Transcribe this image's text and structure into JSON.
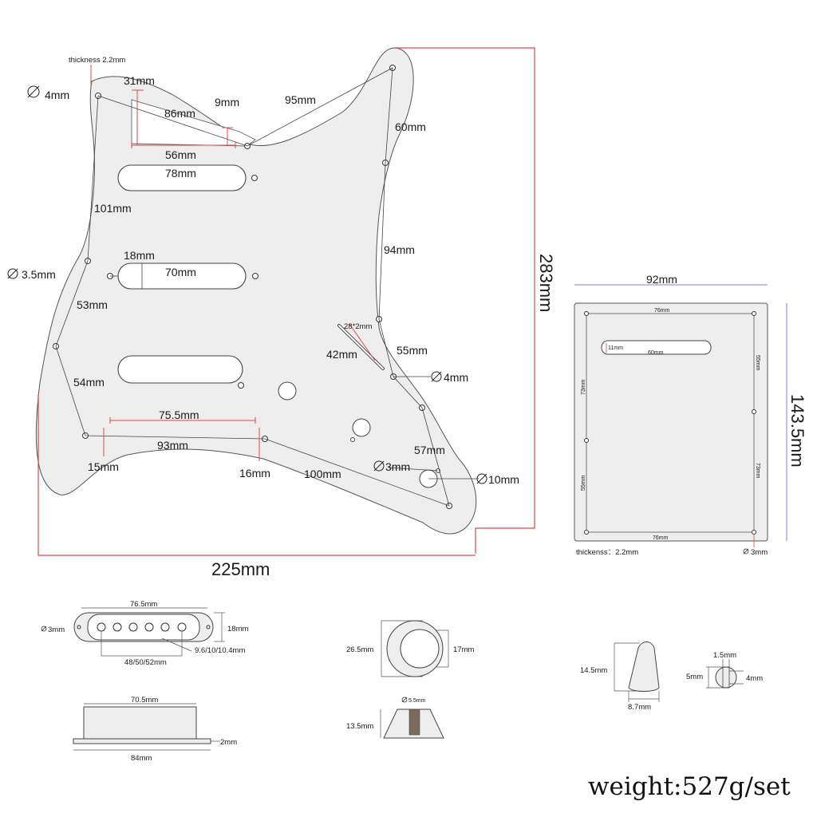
{
  "pickguard": {
    "thickness": "thickness 2.2mm",
    "hole_large": "4mm",
    "d31": "31mm",
    "d86": "86mm",
    "d9": "9mm",
    "d95": "95mm",
    "d60": "60mm",
    "d56": "56mm",
    "d78": "78mm",
    "d101": "101mm",
    "d18": "18mm",
    "d70": "70mm",
    "hole_35": "3.5mm",
    "d53": "53mm",
    "d94": "94mm",
    "slot": "28*2mm",
    "d42": "42mm",
    "d55": "55mm",
    "hole_4": "4mm",
    "d54": "54mm",
    "d755": "75.5mm",
    "d93": "93mm",
    "d15": "15mm",
    "d16": "16mm",
    "d100": "100mm",
    "hole_3": "3mm",
    "d57": "57mm",
    "hole_10": "10mm",
    "height": "283mm",
    "width": "225mm"
  },
  "backplate": {
    "width": "92mm",
    "height": "143.5mm",
    "d76_top": "76mm",
    "d11": "11mm",
    "d60": "60mm",
    "d55_r": "55mm",
    "d73_l": "73mm",
    "d55_l": "55mm",
    "d73_r": "73mm",
    "d76_bottom": "76mm",
    "thickness": "thickenss：2.2mm",
    "hole": "3mm"
  },
  "pickup_cover": {
    "length": "76.5mm",
    "hole": "3mm",
    "height": "18mm",
    "pole_spacing": "48/50/52mm",
    "pole_dia": "9.6/10/10.4mm",
    "side_top": "70.5mm",
    "side_bottom": "84mm",
    "side_thick": "2mm"
  },
  "knob": {
    "outer": "26.5mm",
    "inner": "17mm",
    "shaft": "5.5mm",
    "height": "13.5mm"
  },
  "switch_tip": {
    "height": "14.5mm",
    "width": "8.7mm",
    "top": "1.5mm",
    "left": "5mm",
    "right": "4mm"
  },
  "weight": "weight:527g/set"
}
